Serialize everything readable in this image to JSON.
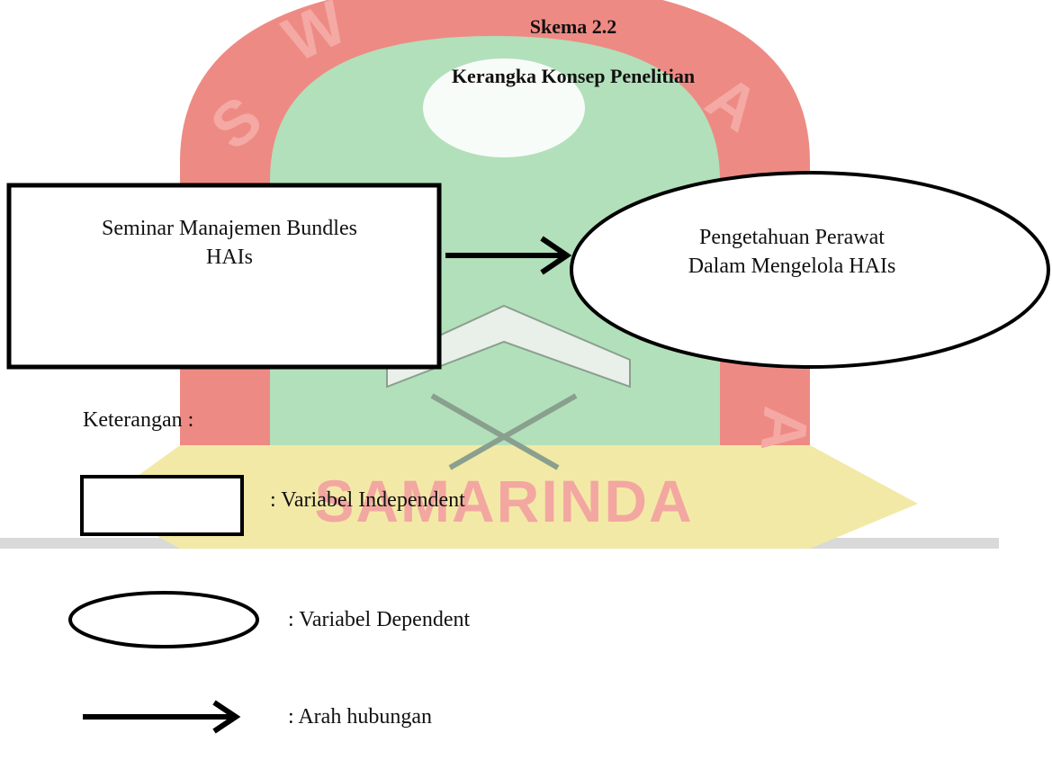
{
  "title": {
    "line1": "Skema 2.2",
    "line2": "Kerangka Konsep Penelitian"
  },
  "diagram": {
    "independent_box": {
      "line1": "Seminar Manajemen Bundles",
      "line2": "HAIs"
    },
    "dependent_ellipse": {
      "line1": "Pengetahuan Perawat",
      "line2": "Dalam Mengelola HAIs"
    }
  },
  "legend": {
    "title": "Keterangan :",
    "items": [
      {
        "label": ": Variabel Independent"
      },
      {
        "label": ": Variabel Dependent"
      },
      {
        "label": ": Arah hubungan"
      }
    ]
  },
  "watermark": {
    "text": "SAMARINDA",
    "colors": {
      "red": "#e8675f",
      "green": "#a8dcb1",
      "yellow": "#efe08a",
      "gray": "#b9b9b9"
    }
  }
}
